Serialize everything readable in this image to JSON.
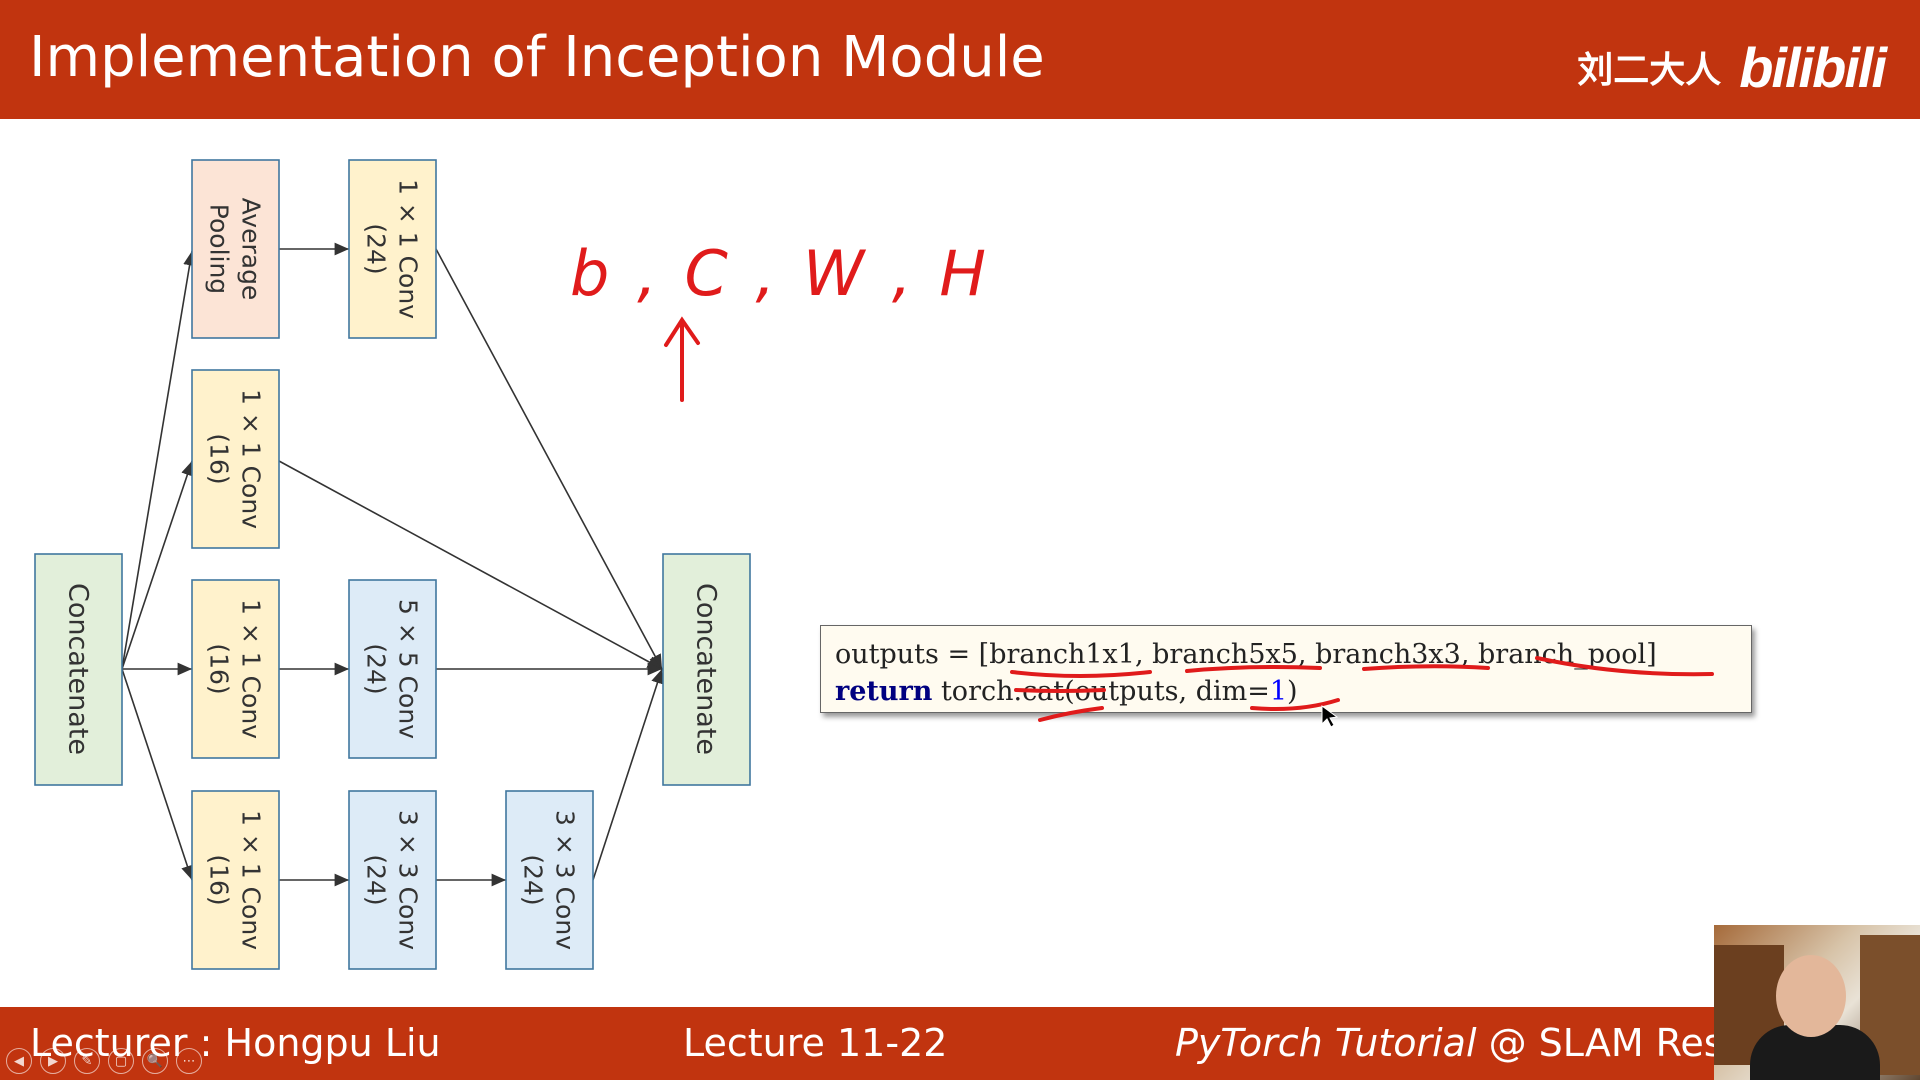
{
  "slide": {
    "title": "Implementation of Inception Module",
    "author": "刘二大人",
    "brand": "bilibili"
  },
  "footer": {
    "lecturer": "Lecturer : Hongpu Liu",
    "lecture": "Lecture 11-22",
    "tutorial_italic": "PyTorch Tutorial",
    "tutorial_rest": " @ SLAM Resea"
  },
  "diagram": {
    "input_label": "Concatenate",
    "output_label": "Concatenate",
    "avg_pool_line1": "Average",
    "avg_pool_line2": "Pooling",
    "pool_conv_line1": "1 × 1 Conv",
    "pool_conv_line2": "(24)",
    "b1_conv_line1": "1 × 1 Conv",
    "b1_conv_line2": "(16)",
    "b5_conv1_line1": "1 × 1 Conv",
    "b5_conv1_line2": "(16)",
    "b5_conv2_line1": "5 × 5 Conv",
    "b5_conv2_line2": "(24)",
    "b3_conv1_line1": "1 × 1 Conv",
    "b3_conv1_line2": "(16)",
    "b3_conv2_line1": "3 × 3 Conv",
    "b3_conv2_line2": "(24)",
    "b3_conv3_line1": "3 × 3 Conv",
    "b3_conv3_line2": "(24)",
    "colors": {
      "concat": "#e2efda",
      "pool": "#fce4d6",
      "conv1x1": "#fff2cc",
      "conv_large": "#ddebf7",
      "border": "#40779f"
    }
  },
  "code": {
    "line1": "outputs = [branch1x1, branch5x5, branch3x3, branch_pool]",
    "line2_keyword": "return",
    "line2_body": " torch.cat(outputs, dim=",
    "line2_number": "1",
    "line2_close": ")"
  },
  "handwriting": {
    "text": "b , C , W , H",
    "color": "#e01b1b"
  },
  "controls": [
    "◀",
    "▶",
    "✎",
    "▢",
    "🔍",
    "⋯"
  ]
}
